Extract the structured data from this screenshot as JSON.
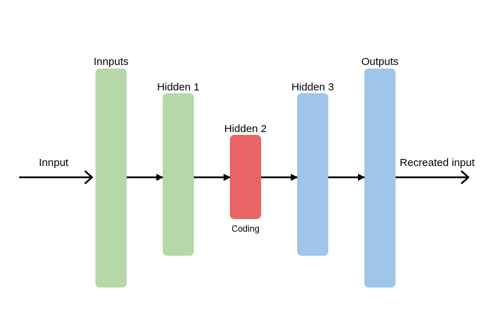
{
  "diagram": {
    "input_label": "Innput",
    "output_label": "Recreated input",
    "layers": [
      {
        "label": "Innputs",
        "color": "#b6d7a8"
      },
      {
        "label": "Hidden 1",
        "color": "#b6d7a8"
      },
      {
        "label": "Hidden 2",
        "color": "#e86465",
        "sublabel": "Coding"
      },
      {
        "label": "Hidden 3",
        "color": "#9fc5e8"
      },
      {
        "label": "Outputs",
        "color": "#9fc5e8"
      }
    ],
    "arrow_color": "#000000"
  }
}
